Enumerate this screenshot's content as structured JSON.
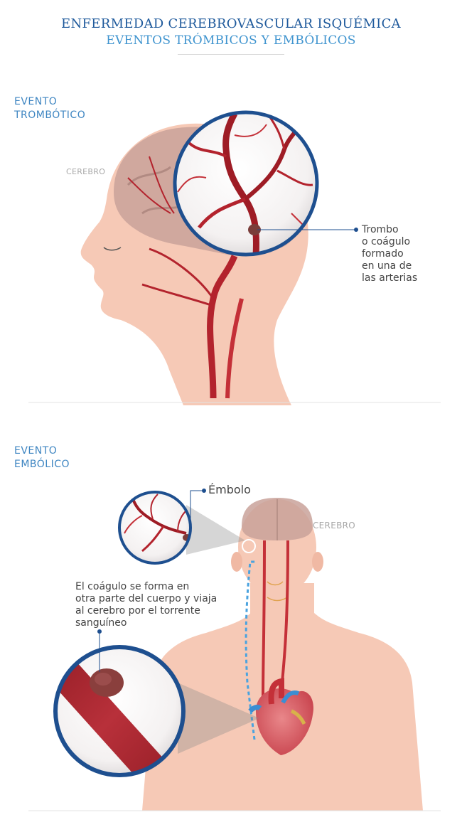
{
  "header": {
    "title_line1": "ENFERMEDAD CEREBROVASCULAR ISQUÉMICA",
    "title_line2": "EVENTOS TRÓMBICOS Y EMBÓLICOS"
  },
  "thrombotic": {
    "section_label_line1": "EVENTO",
    "section_label_line2": "TROMBÓTICO",
    "brain_label": "CEREBRO",
    "callout_lines": [
      "Trombo",
      "o coágulo",
      "formado",
      "en una de",
      "las arterias"
    ]
  },
  "embolic": {
    "section_label_line1": "EVENTO",
    "section_label_line2": "EMBÓLICO",
    "brain_label": "CEREBRO",
    "embolus_label": "Émbolo",
    "clot_description_lines": [
      "El coágulo se forma en",
      "otra parte del cuerpo y viaja",
      "al cerebro por el torrente",
      "sanguíneo"
    ]
  },
  "colors": {
    "title_dark": "#1f5a9c",
    "title_light": "#3f94cf",
    "skin": "#f6c9b6",
    "artery": "#b3232d",
    "lens_ring": "#1e4f8f",
    "dashed_path": "#4aa3df"
  }
}
